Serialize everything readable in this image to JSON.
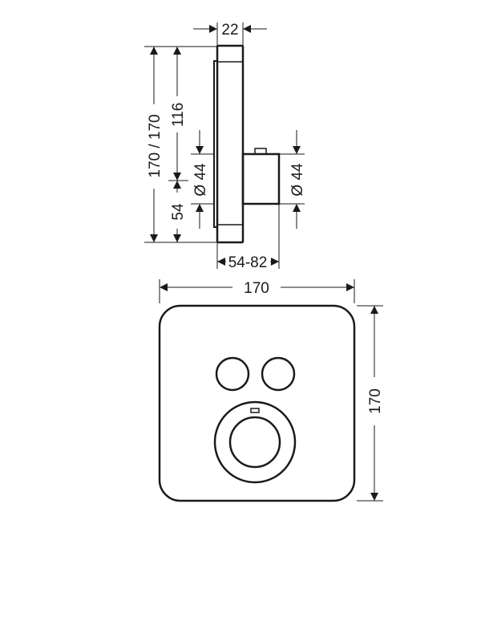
{
  "side_view": {
    "depth_label": "22",
    "total_height_label": "170 / 170",
    "upper_label": "116",
    "lower_label": "54",
    "left_diameter_label": "Ø 44",
    "right_diameter_label": "Ø 44",
    "install_depth_label": "54-82"
  },
  "front_view": {
    "width_label": "170",
    "height_label": "170"
  },
  "colors": {
    "line": "#1a1a1a",
    "background": "#ffffff"
  }
}
